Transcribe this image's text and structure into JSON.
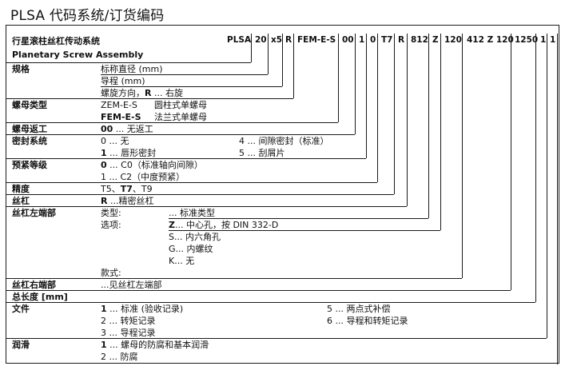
{
  "title": "PLSA 代码系统/订货编码",
  "header": {
    "label_zh": "行星滚柱丝杠传动系统",
    "label_en": "Planetary Screw Assembly",
    "code_segments": [
      "PLSA",
      "20",
      "x5",
      "R",
      "FEM-E-S",
      "00",
      "1",
      "0",
      "T7",
      "R",
      "812",
      "Z",
      "120",
      "412 Z 120",
      "1250",
      "1",
      "1"
    ]
  },
  "sections": {
    "spec": {
      "label": "规格",
      "d1": "标称直径 (mm)",
      "d2": "导程 (mm)",
      "d3_pre": "螺旋方向，",
      "d3_b": "R",
      "d3_post": " ... 右旋"
    },
    "nut_type": {
      "label": "螺母类型",
      "o1_code": "ZEM-E-S",
      "o1_desc": "圆柱式单螺母",
      "o2_code": "FEM-E-S",
      "o2_desc": "法兰式单螺母"
    },
    "nut_rework": {
      "label": "螺母返工",
      "v_b": "00",
      "v_t": " ... 无返工"
    },
    "seal": {
      "label": "密封系统",
      "c1r1": "0 ... 无",
      "c1r2_b": "1",
      "c1r2_t": " ... 唇形密封",
      "c2r1": "4 ... 间隙密封（标准）",
      "c2r2": "5 ... 刮屑片"
    },
    "preload": {
      "label": "预紧等级",
      "r1_b": "0",
      "r1_t": " ... C0（标准轴向间隙）",
      "r2": "1 ... C2（中度预紧）"
    },
    "accuracy": {
      "label": "精度",
      "pre": "T5、",
      "b": "T7",
      "post": "、T9"
    },
    "screw": {
      "label": "丝杠",
      "b": "R",
      "t": " ...精密丝杠"
    },
    "screw_end_left": {
      "label": "丝杠左端部",
      "type_label": "类型:",
      "type_value": "... 标准类型",
      "options_label": "选项:",
      "opt1_b": "Z",
      "opt1_t": "... 中心孔，按 DIN 332-D",
      "opt2": "S... 内六角孔",
      "opt3": "G... 内螺纹",
      "opt4": "K... 无",
      "style_label": "款式:"
    },
    "screw_end_right": {
      "label": "丝杠右端部",
      "value": "...见丝杠左端部"
    },
    "total_length": {
      "label": "总长度 [mm]"
    },
    "documentation": {
      "label": "文件",
      "c1r1_b": "1",
      "c1r1_t": " ... 标准 (验收记录)",
      "c1r2": "2 ... 转矩记录",
      "c1r3": "3 ... 导程记录",
      "c2r1": "5 ... 两点式补偿",
      "c2r2": "6 ... 导程和转矩记录"
    },
    "lubrication": {
      "label": "润滑",
      "r1_b": "1",
      "r1_t": " ... 螺母的防腐和基本润滑",
      "r2": "2 ... 防腐"
    }
  }
}
